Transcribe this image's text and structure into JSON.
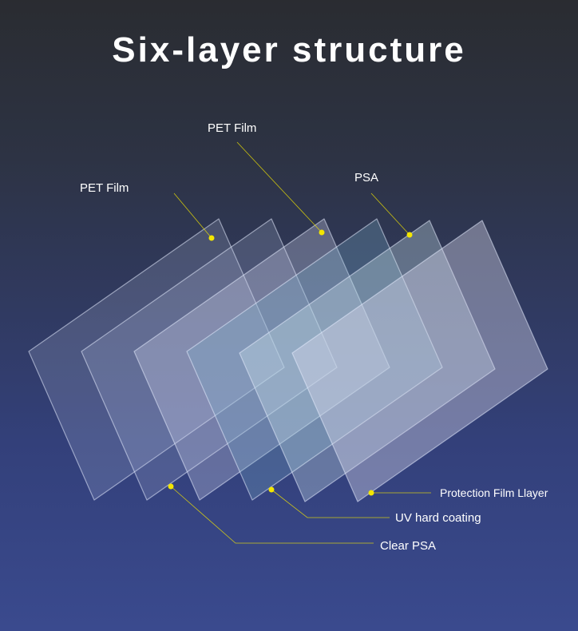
{
  "title": "Six-layer structure",
  "layers": [
    {
      "label": "PET Film",
      "fill": "#c8d0ee"
    },
    {
      "label": "Clear PSA",
      "fill": "#c0c6e6"
    },
    {
      "label": "PET Film",
      "fill": "#d4d8f0"
    },
    {
      "label": "UV hard coating",
      "fill": "#7fb2cc"
    },
    {
      "label": "PSA",
      "fill": "#d0e8f0"
    },
    {
      "label": "Protection Film Llayer",
      "fill": "#d6d8ec"
    }
  ],
  "accent": "#f3e600"
}
